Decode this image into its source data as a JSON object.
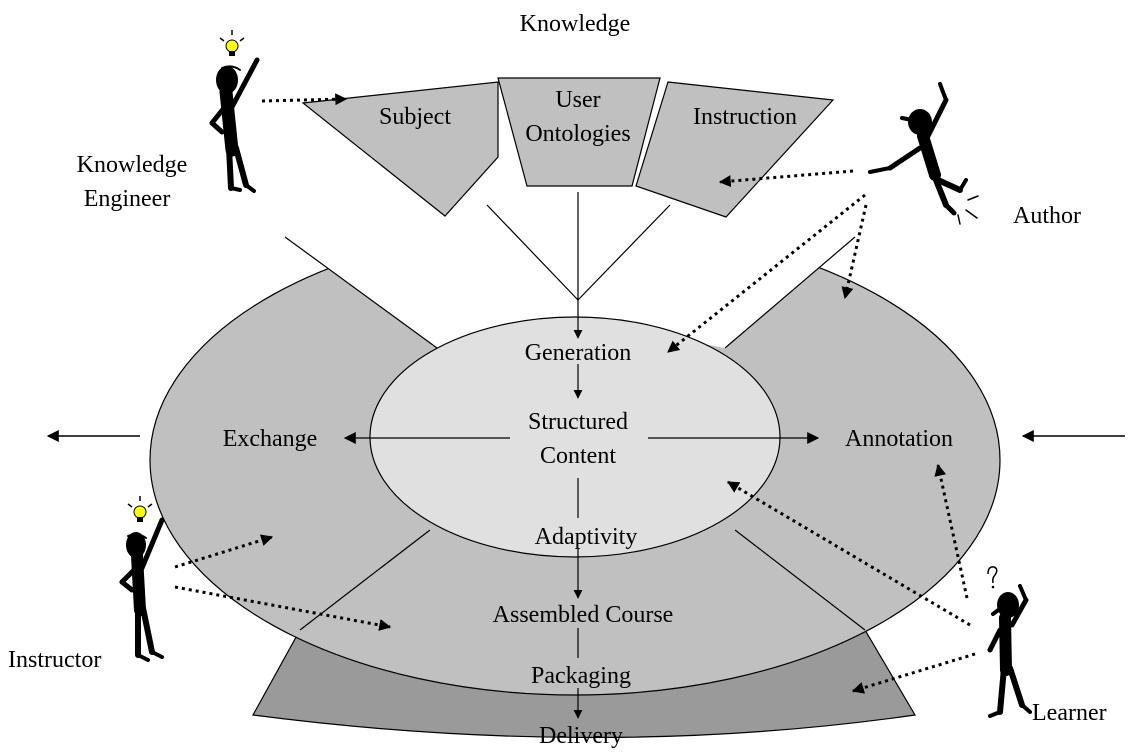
{
  "title": "Knowledge",
  "ontologies": {
    "subject": "Subject",
    "user_line1": "User",
    "user_line2": "Ontologies",
    "instruction": "Instruction"
  },
  "center": {
    "generation": "Generation",
    "structured_line1": "Structured",
    "structured_line2": "Content",
    "adaptivity": "Adaptivity"
  },
  "ring": {
    "exchange": "Exchange",
    "annotation": "Annotation",
    "assembled_course": "Assembled Course",
    "packaging": "Packaging",
    "delivery": "Delivery"
  },
  "actors": {
    "knowledge_engineer_line1": "Knowledge",
    "knowledge_engineer_line2": "Engineer",
    "author": "Author",
    "instructor": "Instructor",
    "learner": "Learner"
  },
  "colors": {
    "ring": "#c0c0c0",
    "center": "#e0e0e0",
    "delivery_band": "#9a9a9a",
    "figure": "#000000",
    "bulb": "#ffff00"
  }
}
